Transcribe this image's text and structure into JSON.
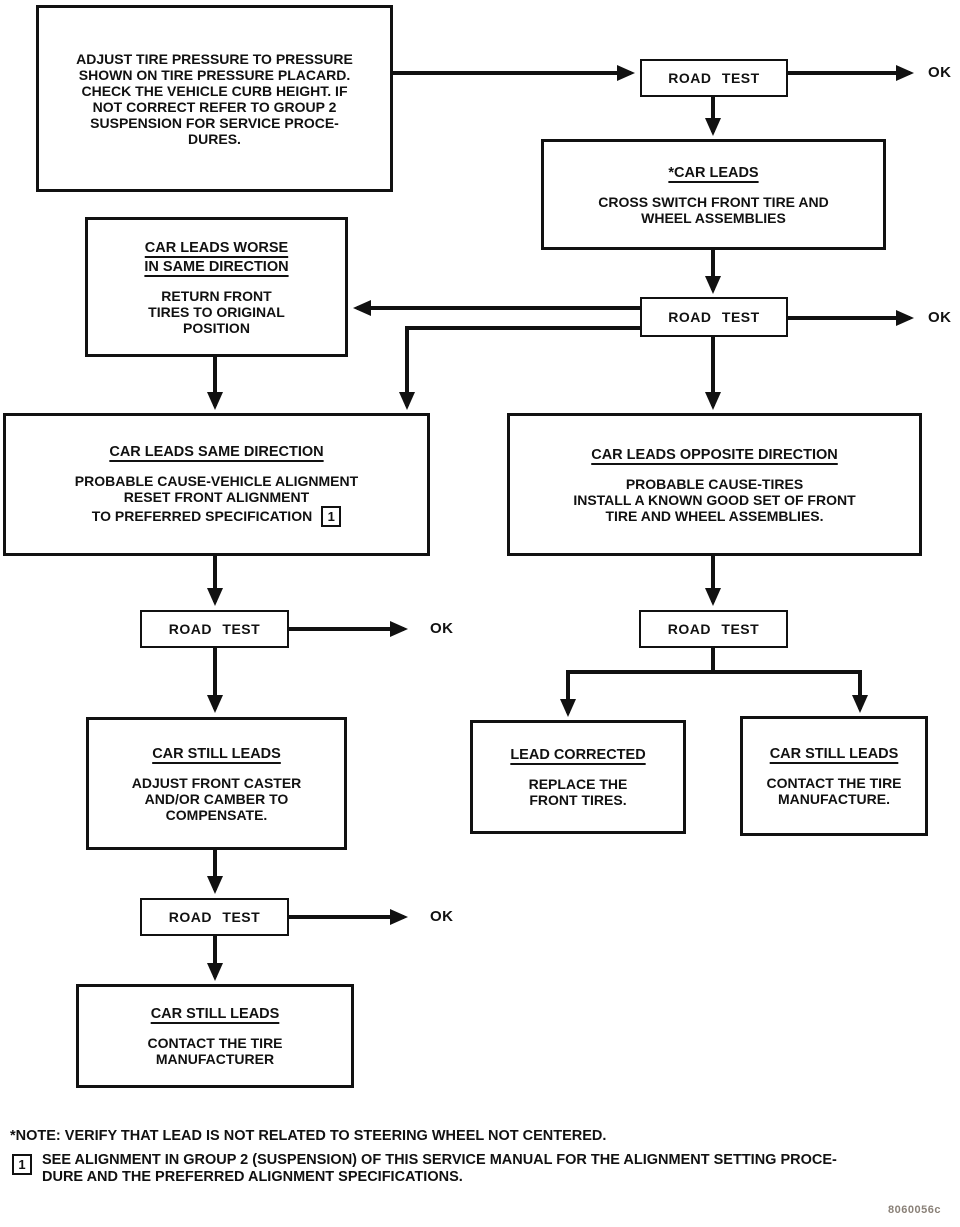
{
  "diagram": {
    "type": "flowchart",
    "topic": "Vehicle lead diagnosis road test procedure"
  },
  "labels": {
    "road_test": "ROAD TEST",
    "ok": "OK"
  },
  "boxes": {
    "adjust_pressure": {
      "text": [
        "ADJUST TIRE PRESSURE TO PRESSURE",
        "SHOWN ON TIRE PRESSURE PLACARD.",
        "CHECK THE VEHICLE CURB HEIGHT. IF",
        "NOT CORRECT REFER TO GROUP 2",
        "SUSPENSION FOR SERVICE PROCE-",
        "DURES."
      ]
    },
    "car_leads": {
      "title": "*CAR LEADS",
      "body": [
        "CROSS SWITCH FRONT TIRE AND",
        "WHEEL ASSEMBLIES"
      ]
    },
    "leads_worse": {
      "title": [
        "CAR LEADS WORSE",
        "IN SAME DIRECTION"
      ],
      "body": [
        "RETURN FRONT",
        "TIRES TO ORIGINAL",
        "POSITION"
      ]
    },
    "same_direction": {
      "title": "CAR LEADS SAME DIRECTION",
      "body": [
        "PROBABLE CAUSE-VEHICLE ALIGNMENT",
        "RESET FRONT ALIGNMENT"
      ],
      "body_last": "TO PREFERRED SPECIFICATION",
      "footnote_marker": "1"
    },
    "opposite_direction": {
      "title": "CAR LEADS OPPOSITE DIRECTION",
      "body": [
        "PROBABLE CAUSE-TIRES",
        "INSTALL A KNOWN GOOD SET OF FRONT",
        "TIRE AND WHEEL ASSEMBLIES."
      ]
    },
    "still_leads_adjust": {
      "title": "CAR STILL LEADS",
      "body": [
        "ADJUST FRONT CASTER",
        "AND/OR CAMBER TO",
        "COMPENSATE."
      ]
    },
    "lead_corrected": {
      "title": "LEAD CORRECTED",
      "body": [
        "REPLACE THE",
        "FRONT TIRES."
      ]
    },
    "still_leads_manufacture": {
      "title": "CAR STILL LEADS",
      "body": [
        "CONTACT THE TIRE",
        "MANUFACTURE."
      ]
    },
    "still_leads_manufacturer": {
      "title": "CAR STILL LEADS",
      "body": [
        "CONTACT THE TIRE",
        "MANUFACTURER"
      ]
    }
  },
  "notes": {
    "note_star": "*NOTE: VERIFY THAT LEAD IS NOT RELATED TO STEERING WHEEL NOT CENTERED.",
    "note_1_marker": "1",
    "note_1_text": [
      "SEE ALIGNMENT IN GROUP 2 (SUSPENSION) OF THIS SERVICE MANUAL FOR THE ALIGNMENT SETTING PROCE-",
      "DURE AND THE PREFERRED ALIGNMENT SPECIFICATIONS."
    ]
  },
  "figure_code": "8060056c",
  "colors": {
    "line": "#111111",
    "background": "#ffffff",
    "text": "#111111"
  }
}
